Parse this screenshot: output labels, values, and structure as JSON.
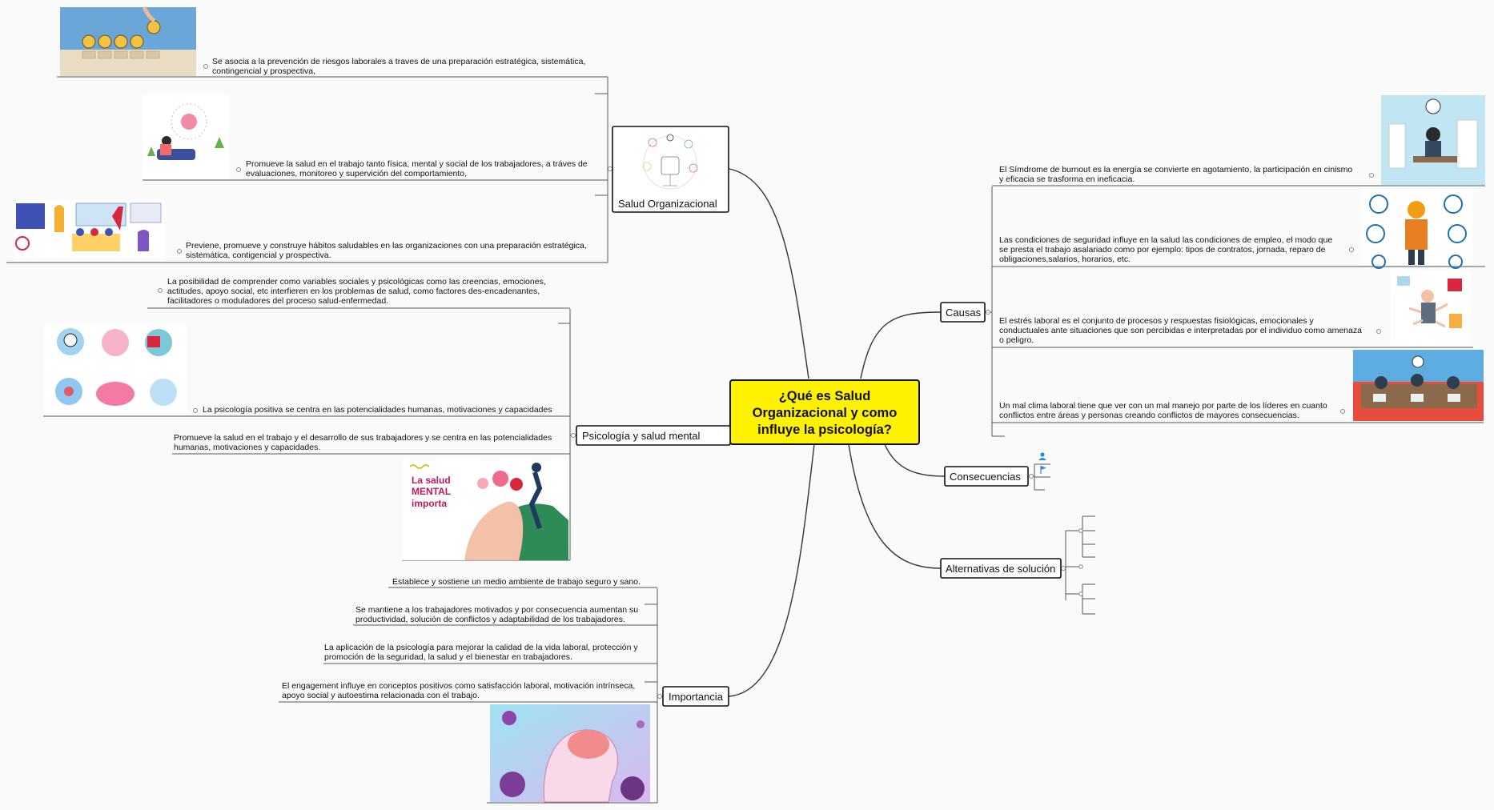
{
  "central": {
    "line1": "¿Qué es Salud",
    "line2": "Organizacional y como",
    "line3": "influye la psicología?",
    "fill": "#fff200"
  },
  "branches": {
    "salud_organizacional": {
      "label": "Salud Organizacional",
      "items": [
        [
          "Se asocia a la prevención de riesgos laborales a traves de una preparación estratégica, sistemática,",
          "contingencial y prospectiva,"
        ],
        [
          "Promueve la salud en el trabajo tanto física, mental y social de los trabajadores, a tráves de",
          "evaluaciones, monitoreo y supervición del comportamiento,"
        ],
        [
          "Previene, promueve y construye hábitos saludables en las organizaciones con una preparación estratégica,",
          "sistemática, contigencial y prospectiva."
        ]
      ]
    },
    "psicologia": {
      "label": "Psicología y salud mental",
      "items": [
        [
          "La posibilidad de comprender como variables sociales y psicológicas como las creencias, emociones,",
          "actitudes, apoyo social, etc interfieren en los  problemas de salud, como factores des-encadenantes,",
          "facilitadores o moduladores del proceso salud-enfermedad."
        ],
        [
          "La psicología positiva se centra en las potencialidades humanas, motivaciones y capacidades"
        ],
        [
          "Promueve la salud en el trabajo y el desarrollo de sus trabajadores y se centra en las potencialidades",
          "humanas, motivaciones y capacidades."
        ]
      ],
      "image_text": [
        "La salud",
        "MENTAL",
        "importa"
      ]
    },
    "importancia": {
      "label": "Importancia",
      "items": [
        [
          "Establece y sostiene un medio ambiente de trabajo seguro y sano."
        ],
        [
          "Se mantiene a los trabajadores motivados y por consecuencia aumentan su",
          "productividad, solución de conflictos y adaptabilidad de los trabajadores."
        ],
        [
          "La aplicación de la psicología para mejorar la calidad de la vida laboral, protección y",
          "promoción de la seguridad, la salud y el bienestar en trabajadores."
        ],
        [
          "El engagement influye en conceptos positivos como satisfacción laboral, motivación intrínseca,",
          "apoyo social y autoestima relacionada con el trabajo."
        ]
      ]
    },
    "causas": {
      "label": "Causas",
      "items": [
        [
          "El Símdrome de burnout es la energía se convierte en agotamiento, la participación en cinismo",
          "y eficacia se trasforma en ineficacia."
        ],
        [
          "Las condiciones de seguridad influye en la salud las condiciones de empleo, el modo que",
          "se presta el trabajo asalariado como por ejemplo: tipos de contratos, jornada, reparo de",
          "obligaciones,salarios, horarios, etc."
        ],
        [
          "El estrés laboral es el conjunto de procesos y respuestas fisiológicas, emocionales y",
          "conductuales ante situaciones que son percibidas e interpretadas por el individuo como amenaza",
          "o peligro."
        ],
        [
          "Un mal clima laboral tiene que ver con un mal manejo por parte de los líderes en cuanto",
          "conflictos entre áreas y personas creando conflictos de mayores consecuencias."
        ]
      ]
    },
    "consecuencias": {
      "label": "Consecuencias"
    },
    "alternativas": {
      "label": "Alternativas de solución"
    }
  },
  "colors": {
    "line": "#222222",
    "connector": "#555555",
    "bullet": "#888888"
  }
}
